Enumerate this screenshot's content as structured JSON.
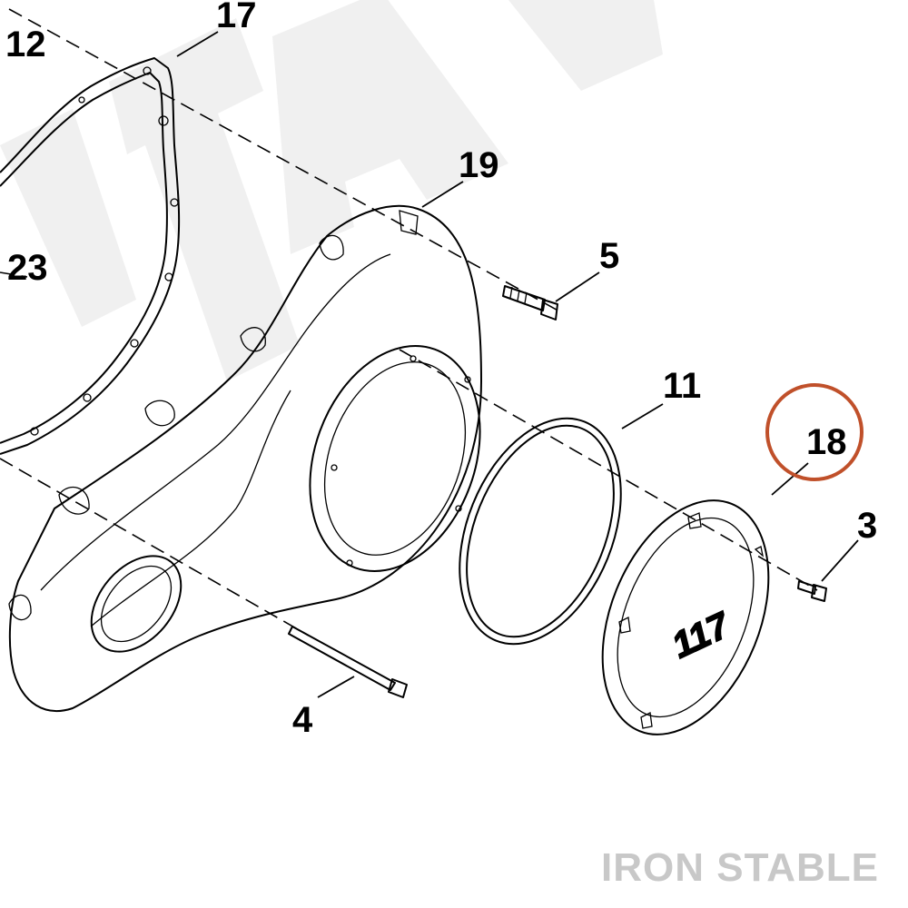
{
  "diagram": {
    "callouts": [
      {
        "id": "12",
        "label": "12"
      },
      {
        "id": "17",
        "label": "17"
      },
      {
        "id": "19",
        "label": "19"
      },
      {
        "id": "23",
        "label": "23"
      },
      {
        "id": "5",
        "label": "5"
      },
      {
        "id": "11",
        "label": "11"
      },
      {
        "id": "18",
        "label": "18",
        "highlighted": true
      },
      {
        "id": "3",
        "label": "3"
      },
      {
        "id": "4",
        "label": "4"
      }
    ],
    "highlight_color": "#c0502a",
    "cover_emblem_text": "117"
  },
  "watermark": {
    "brand": "IRON STABLE",
    "brand_color": "#c8c8c8"
  }
}
